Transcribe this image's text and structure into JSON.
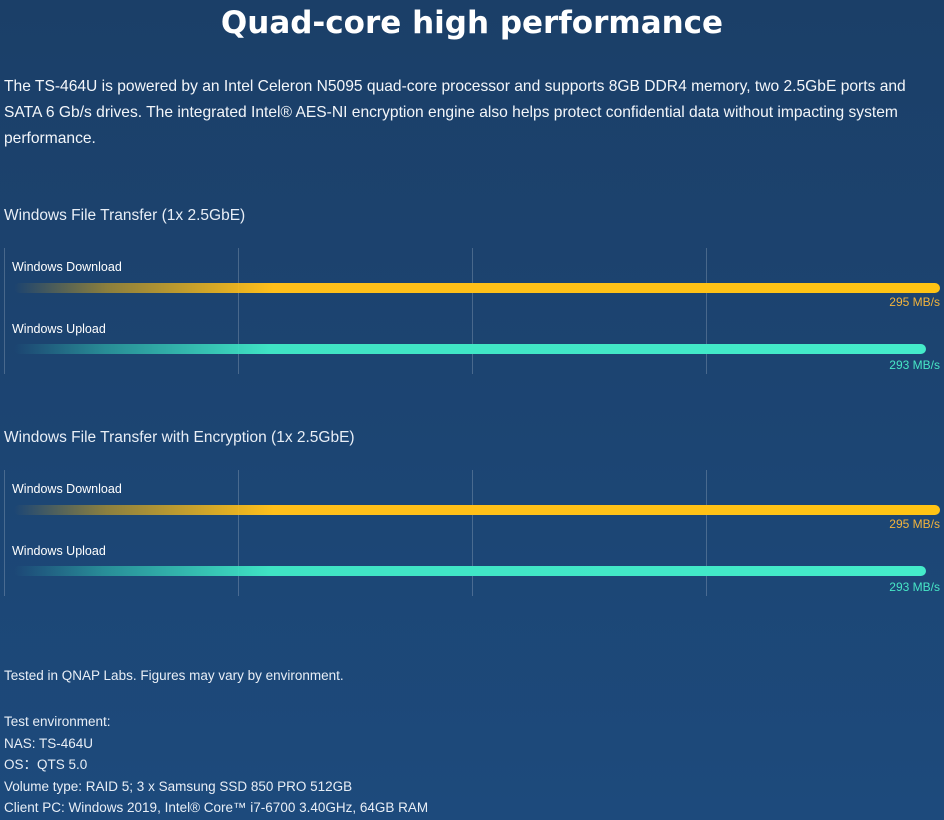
{
  "title": "Quad-core high performance",
  "intro": "The TS-464U is powered by an Intel Celeron N5095 quad-core processor and supports 8GB DDR4 memory, two 2.5GbE ports and SATA 6 Gb/s drives. The integrated Intel® AES-NI encryption engine also helps protect confidential data without impacting system performance.",
  "chart_data": [
    {
      "type": "bar",
      "orientation": "horizontal",
      "title": "Windows File Transfer (1x 2.5GbE)",
      "xlim": [
        0,
        295
      ],
      "grid": true,
      "series": [
        {
          "name": "Windows Download",
          "value": 295,
          "value_label": "295 MB/s",
          "color": "#ffc414"
        },
        {
          "name": "Windows Upload",
          "value": 293,
          "value_label": "293 MB/s",
          "color": "#44ecca"
        }
      ]
    },
    {
      "type": "bar",
      "orientation": "horizontal",
      "title": "Windows File Transfer with Encryption (1x 2.5GbE)",
      "xlim": [
        0,
        295
      ],
      "grid": true,
      "series": [
        {
          "name": "Windows Download",
          "value": 295,
          "value_label": "295 MB/s",
          "color": "#ffc414"
        },
        {
          "name": "Windows Upload",
          "value": 293,
          "value_label": "293 MB/s",
          "color": "#44ecca"
        }
      ]
    }
  ],
  "notes": "Tested in QNAP Labs. Figures may vary by environment.",
  "environment": {
    "heading": "Test environment:",
    "nas": "NAS: TS-464U",
    "os": "OS：QTS 5.0",
    "volume": "Volume type: RAID 5; 3 x Samsung SSD 850 PRO 512GB",
    "client": "Client PC: Windows 2019, Intel® Core™ i7-6700 3.40GHz, 64GB RAM"
  }
}
